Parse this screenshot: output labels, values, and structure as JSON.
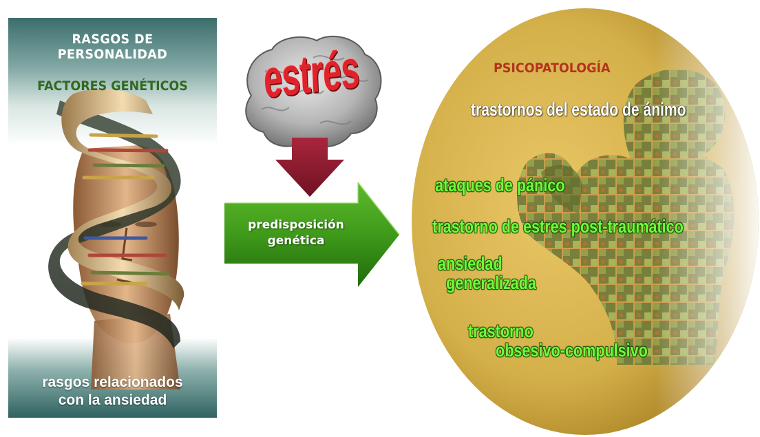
{
  "left_panel": {
    "title": "RASGOS DE PERSONALIDAD",
    "subtitle": "FACTORES GENÉTICOS",
    "bottom_line1": "rasgos relacionados",
    "bottom_line2": "con la ansiedad"
  },
  "stress": {
    "word": "estrés"
  },
  "arrow": {
    "line1": "predisposición",
    "line2": "genética"
  },
  "disc": {
    "title": "PSICOPATOLOGÍA",
    "mood": "trastornos del estado de ánimo",
    "panic": "ataques de pánico",
    "ptsd": "trastorno de estres post-traumático",
    "anxiety_line1": "ansiedad",
    "anxiety_line2": "generalizada",
    "ocd_line1": "trastorno",
    "ocd_line2": "obsesivo-compulsivo"
  },
  "colors": {
    "teal": "#3b6e6c",
    "dark_green_text": "#2f6a1e",
    "stress_red": "#e0232b",
    "maroon_arrow": "#8a1a2e",
    "green_arrow": "#3f9a1a",
    "disc_gold": "#d4b04a",
    "psy_title": "#b2341d",
    "label_green": "#6cff3a"
  }
}
